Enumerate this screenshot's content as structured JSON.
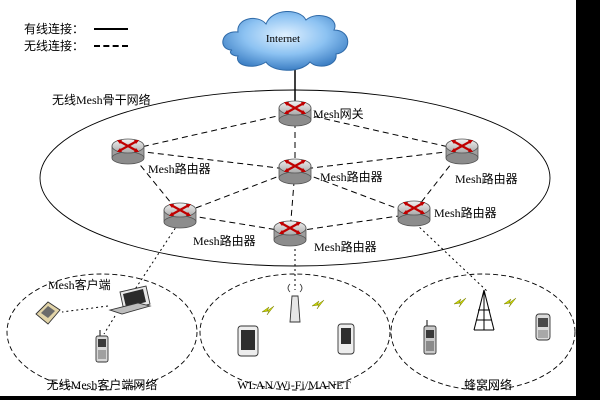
{
  "legend": {
    "wired_label": "有线连接：",
    "wireless_label": "无线连接："
  },
  "cloud_label": "Internet",
  "backbone_label": "无线Mesh骨干网络",
  "gateway_label": "Mesh网关",
  "routers": [
    {
      "id": "left-top",
      "label": "Mesh路由器"
    },
    {
      "id": "center",
      "label": "Mesh路由器"
    },
    {
      "id": "right-top",
      "label": "Mesh路由器"
    },
    {
      "id": "right-bottom",
      "label": "Mesh路由器"
    },
    {
      "id": "left-bottom",
      "label": "Mesh路由器"
    },
    {
      "id": "bottom-center",
      "label": "Mesh路由器"
    }
  ],
  "client_label": "Mesh客户端",
  "networks": {
    "client_network": "无线Mesh客户端网络",
    "wlan_network": "WLAN/Wi-Fi/MANET",
    "cellular_network": "蜂窝网络"
  },
  "colors": {
    "router_body": "#d6d6d6",
    "router_arrows": "#c00000",
    "cloud_fill": "#5aa0e6",
    "cloud_light": "#bcdcff",
    "lightning": "#c8d400"
  },
  "icons": [
    "router-icon",
    "cloud-icon",
    "laptop-icon",
    "phone-icon",
    "pda-icon",
    "antenna-icon",
    "cell-tower-icon",
    "lightning-icon"
  ]
}
